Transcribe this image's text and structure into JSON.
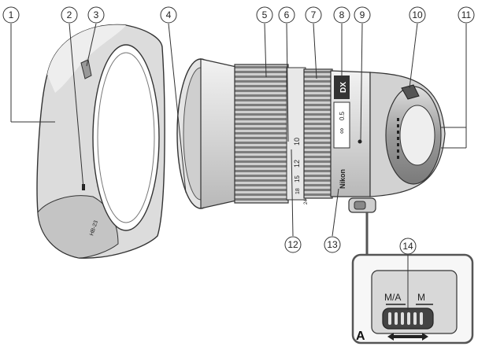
{
  "callouts": [
    "1",
    "2",
    "3",
    "4",
    "5",
    "6",
    "7",
    "8",
    "9",
    "10",
    "11",
    "12",
    "13",
    "14"
  ],
  "lens_markings": {
    "brand": "Nikon",
    "format": "DX",
    "focal_scale": [
      "10",
      "12",
      "15",
      "18",
      "24"
    ],
    "inf_symbol": "∞",
    "distance": "0.5"
  },
  "hood_marking": "HB-23",
  "switch_panel": {
    "label_a": "A",
    "left_mode": "M/A",
    "right_mode": "M"
  }
}
